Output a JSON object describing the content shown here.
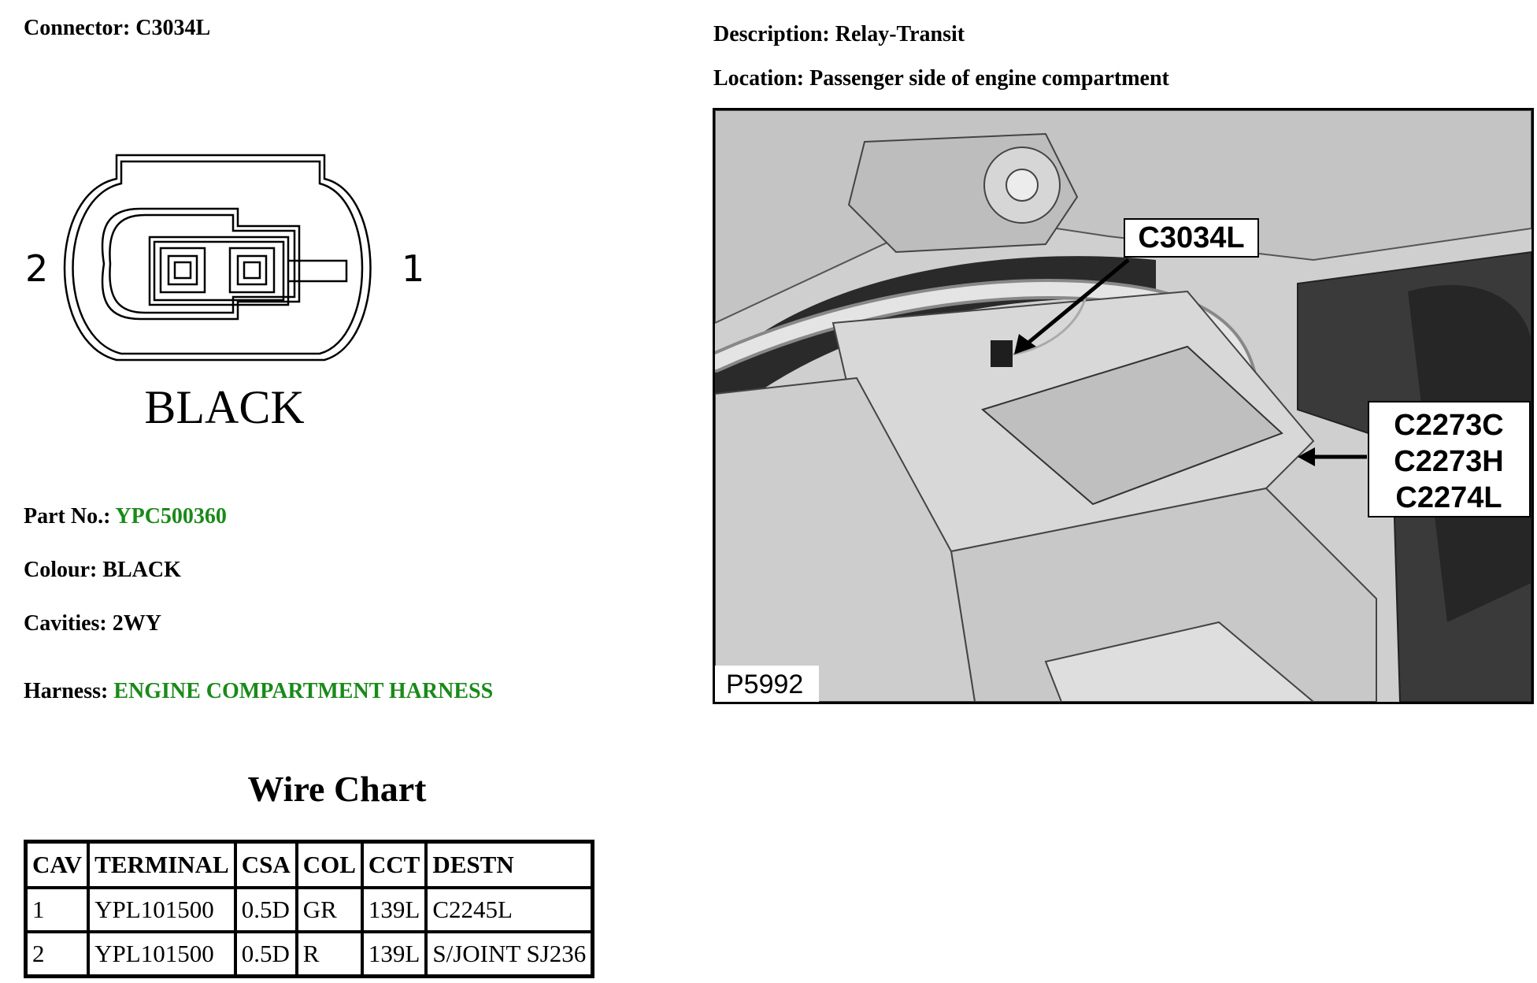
{
  "connector": {
    "label": "Connector:",
    "value": "C3034L"
  },
  "description": {
    "label": "Description:",
    "value": "Relay-Transit"
  },
  "location": {
    "label": "Location:",
    "value": "Passenger side of engine compartment"
  },
  "diagram": {
    "pin_left": "2",
    "pin_right": "1",
    "colour_caption": "BLACK"
  },
  "part_no": {
    "label": "Part No.:",
    "value": "YPC500360"
  },
  "colour": {
    "label": "Colour:",
    "value": "BLACK"
  },
  "cavities": {
    "label": "Cavities:",
    "value": "2WY"
  },
  "harness": {
    "label": "Harness:",
    "value": "ENGINE COMPARTMENT HARNESS"
  },
  "photo": {
    "callout_main": "C3034L",
    "callout_side": [
      "C2273C",
      "C2273H",
      "C2274L"
    ],
    "figure_id": "P5992"
  },
  "wire_chart": {
    "title": "Wire Chart",
    "headers": [
      "CAV",
      "TERMINAL",
      "CSA",
      "COL",
      "CCT",
      "DESTN"
    ],
    "rows": [
      [
        "1",
        "YPL101500",
        "0.5D",
        "GR",
        "139L",
        "C2245L"
      ],
      [
        "2",
        "YPL101500",
        "0.5D",
        "R",
        "139L",
        "S/JOINT SJ236"
      ]
    ]
  },
  "colors": {
    "link_green": "#1a8a1a"
  }
}
